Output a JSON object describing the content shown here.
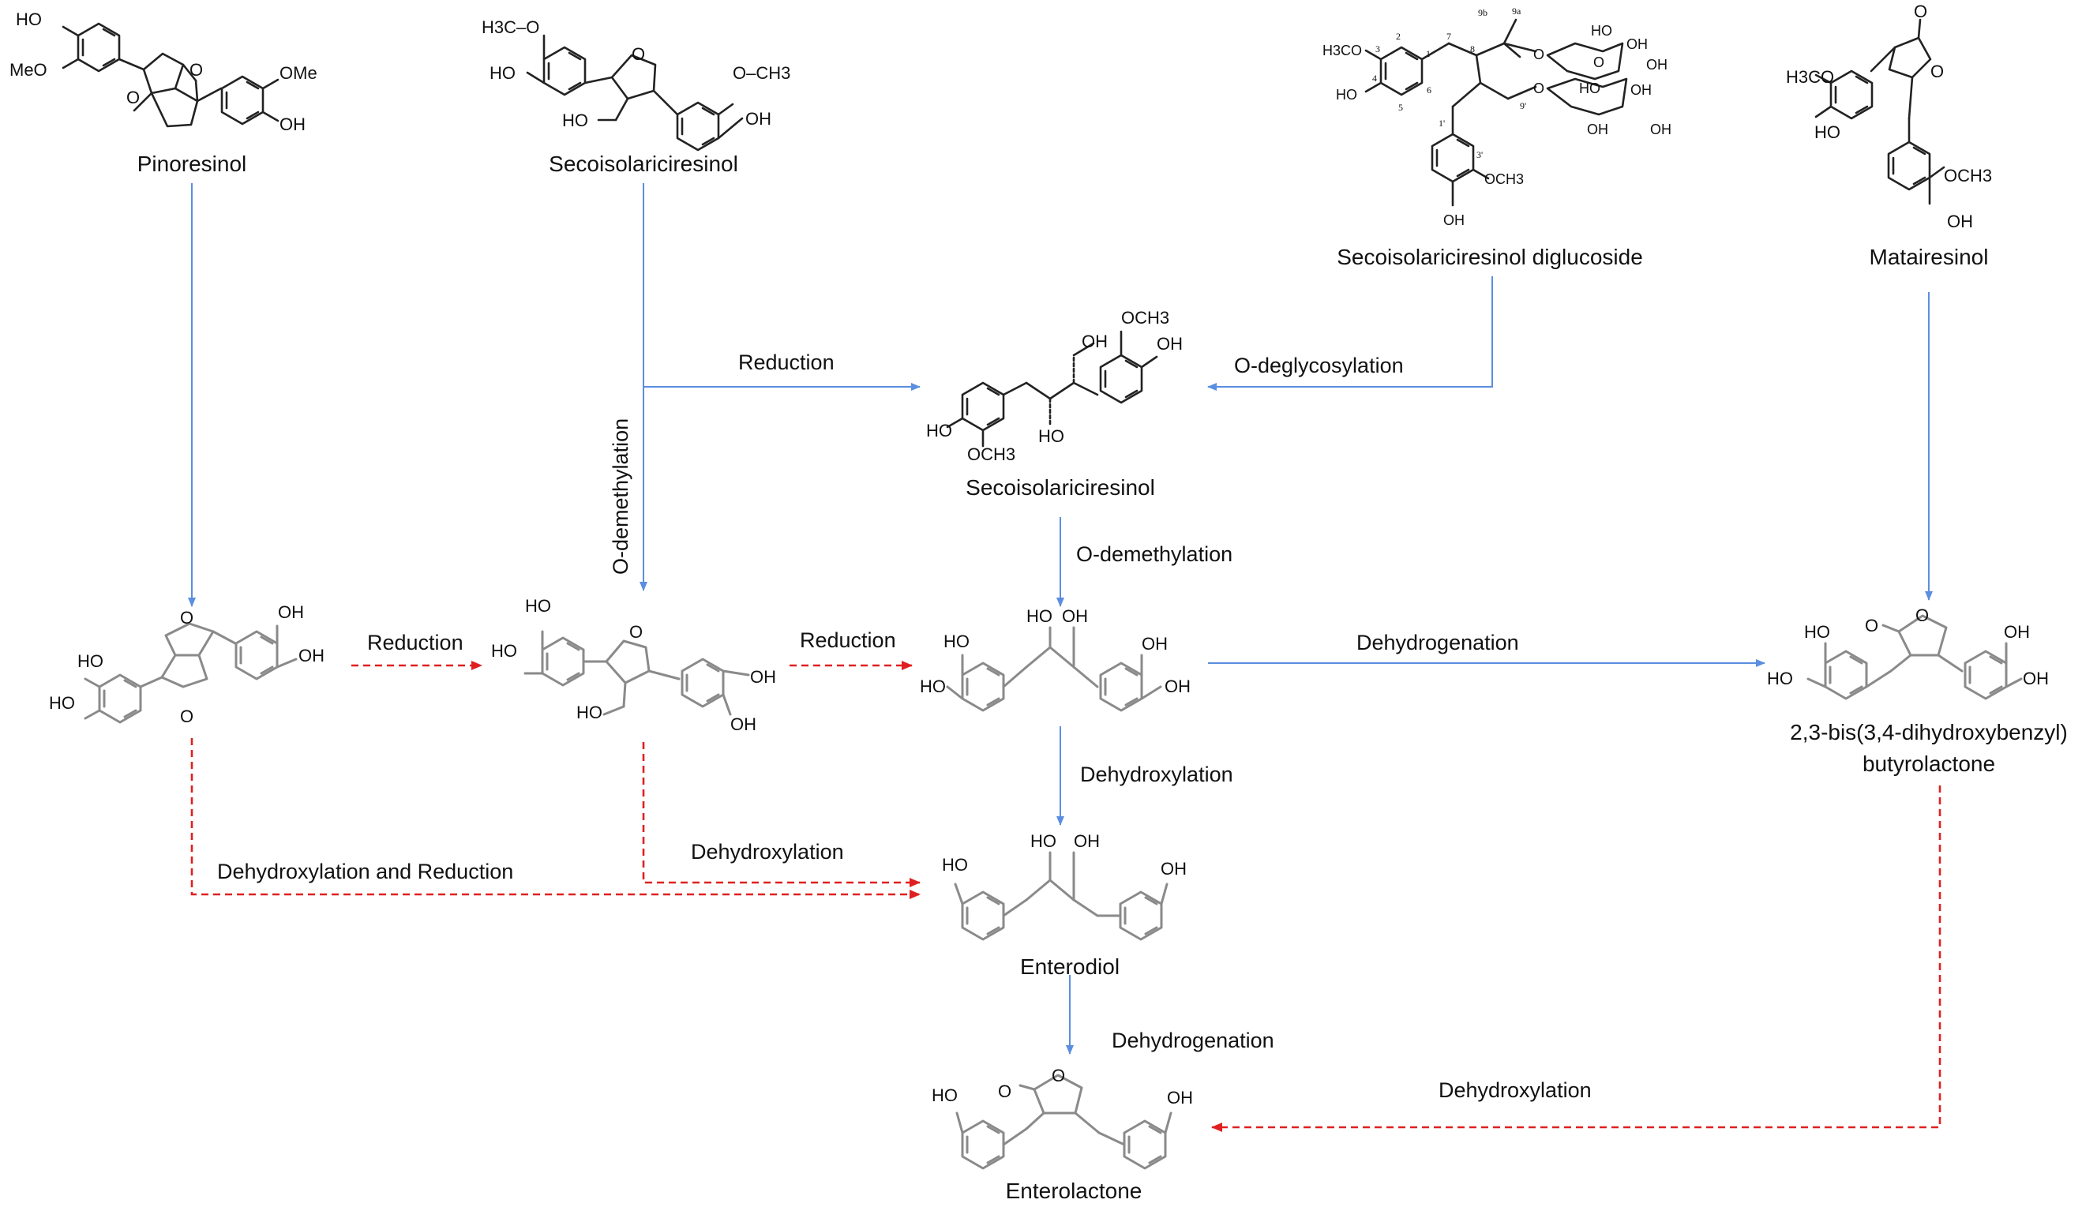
{
  "compounds": {
    "pinoresinol": "Pinoresinol",
    "secoisolariciresinol_top": "Secoisolariciresinol",
    "sdg": "Secoisolariciresinol diglucoside",
    "matairesinol": "Matairesinol",
    "secoisolariciresinol_mid": "Secoisolariciresinol",
    "dhbb_line1": "2,3-bis(3,4-dihydroxybenzyl)",
    "dhbb_line2": "butyrolactone",
    "enterodiol": "Enterodiol",
    "enterolactone": "Enterolactone"
  },
  "reactions": {
    "reduction_top": "Reduction",
    "o_deglycosylation": "O-deglycosylation",
    "o_demethylation_vertical": "O-demethylation",
    "o_demethylation_mid": "O-demethylation",
    "reduction_left": "Reduction",
    "reduction_right": "Reduction",
    "dehydrogenation_top": "Dehydrogenation",
    "dehydroxylation_mid": "Dehydroxylation",
    "dehydroxylation_left": "Dehydroxylation",
    "dehydroxylation_and_reduction": "Dehydroxylation and Reduction",
    "dehydrogenation_bottom": "Dehydrogenation",
    "dehydroxylation_bottom": "Dehydroxylation"
  },
  "atoms": {
    "ho": "HO",
    "oh": "OH",
    "o": "O",
    "ome": "OMe",
    "meo": "MeO",
    "h3co_dash": "H3C–O",
    "o_ch3_dash": "O–CH3",
    "h3co": "H3CO",
    "och3": "OCH3"
  },
  "sdg_numbers": [
    "2",
    "3",
    "4",
    "5",
    "6",
    "1",
    "7",
    "8",
    "9b",
    "9a",
    "1'",
    "3'",
    "9'"
  ],
  "colors": {
    "enzymatic_arrow": "#5b8ee0",
    "bacterial_arrow": "#e02020",
    "structure_grey": "#8a8a8a"
  }
}
